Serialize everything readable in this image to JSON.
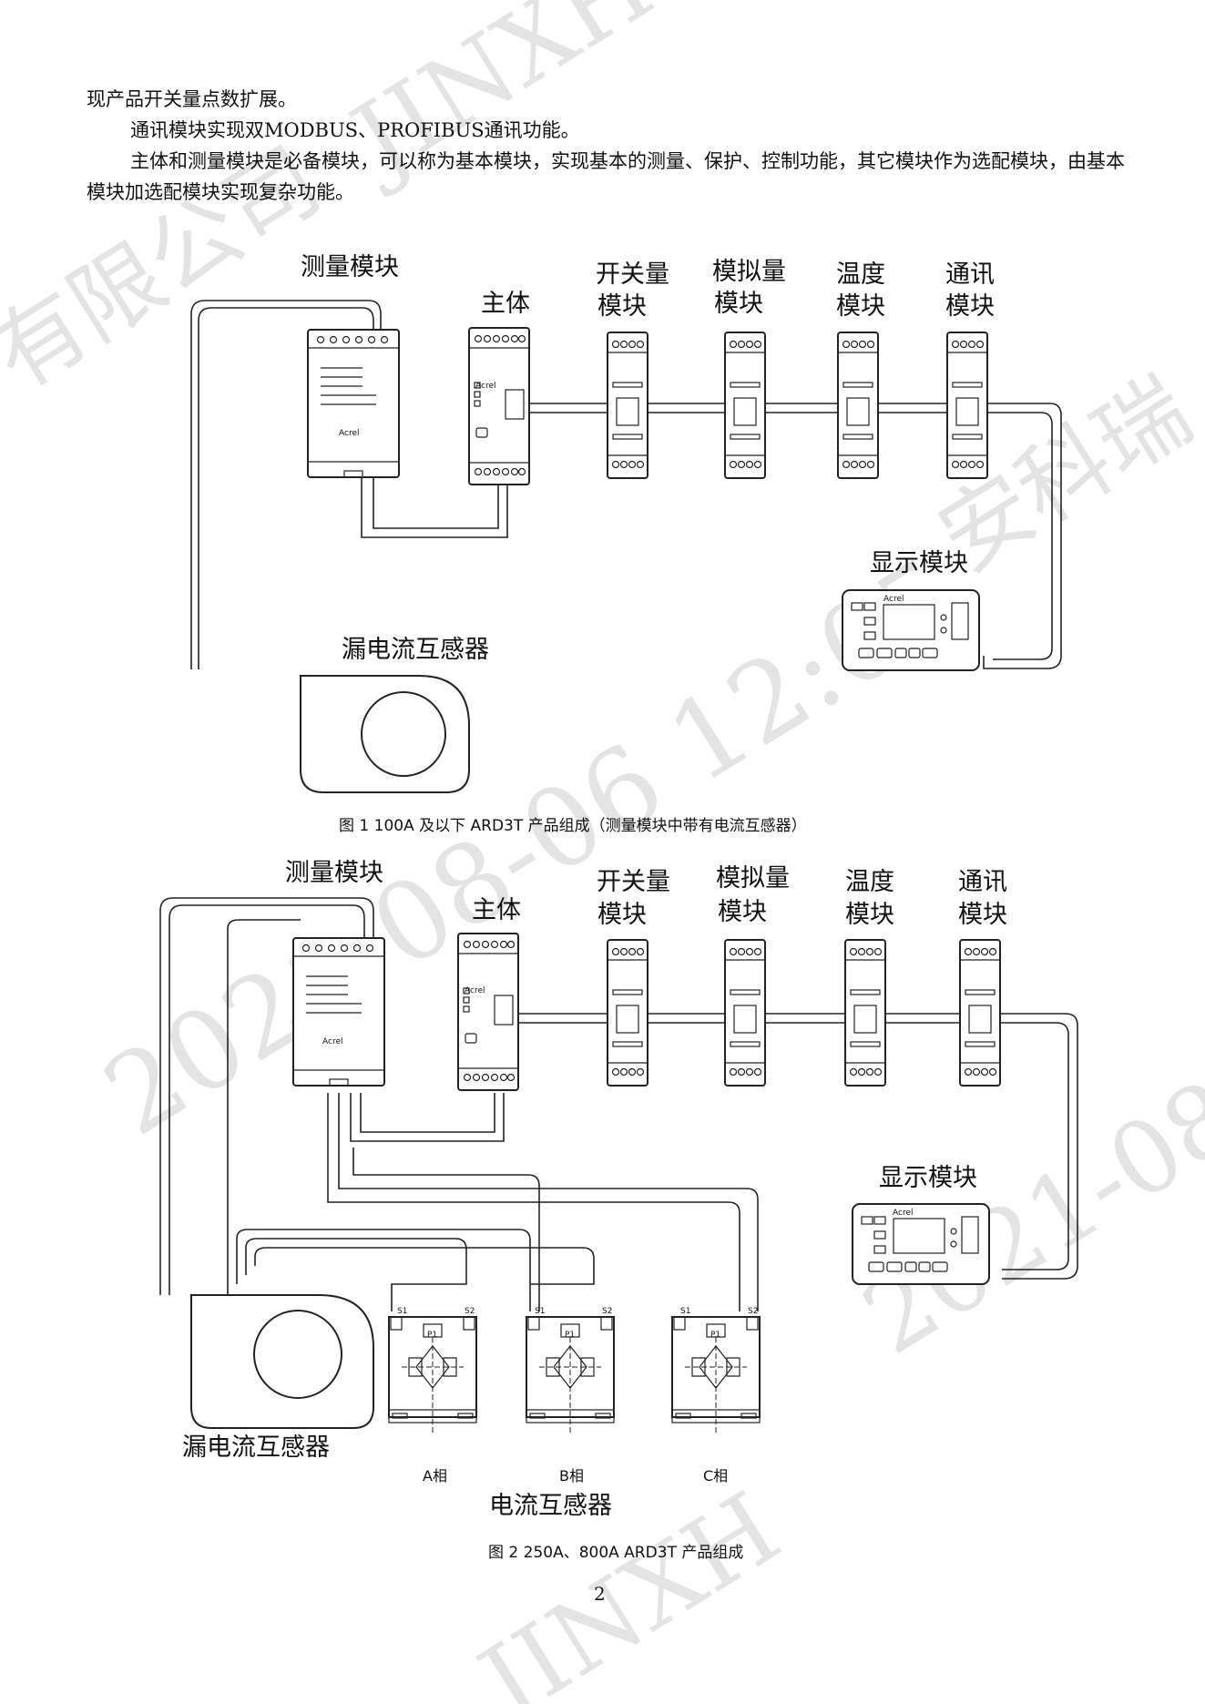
{
  "paragraphs": {
    "p1": "现产品开关量点数扩展。",
    "p2": "通讯模块实现双MODBUS、PROFIBUS通讯功能。",
    "p3": "主体和测量模块是必备模块，可以称为基本模块，实现基本的测量、保护、控制功能，其它模块作为选配模块，由基本模块加选配模块实现复杂功能。"
  },
  "figure1": {
    "labels": {
      "measure": "测量模块",
      "main": "主体",
      "switch_l1": "开关量",
      "switch_l2": "模块",
      "analog_l1": "模拟量",
      "analog_l2": "模块",
      "temp_l1": "温度",
      "temp_l2": "模块",
      "comm_l1": "通讯",
      "comm_l2": "模块",
      "display": "显示模块",
      "leakage": "漏电流互感器"
    },
    "caption": "图 1   100A 及以下 ARD3T 产品组成（测量模块中带有电流互感器）"
  },
  "figure2": {
    "labels": {
      "measure": "测量模块",
      "main": "主体",
      "switch_l1": "开关量",
      "switch_l2": "模块",
      "analog_l1": "模拟量",
      "analog_l2": "模块",
      "temp_l1": "温度",
      "temp_l2": "模块",
      "comm_l1": "通讯",
      "comm_l2": "模块",
      "display": "显示模块",
      "leakage": "漏电流互感器",
      "ct": "电流互感器",
      "phase_a": "A相",
      "phase_b": "B相",
      "phase_c": "C相",
      "s1": "S1",
      "s2": "S2",
      "p1": "P1"
    },
    "caption": "图 2   250A、800A  ARD3T 产品组成"
  },
  "brand": "Acrel",
  "page_number": "2",
  "watermark": {
    "name": "JINXH",
    "company_fragment_1": "有限公司",
    "company_fragment_2": "安科瑞",
    "timestamp": "2021-08-06 12:05",
    "date_fragment": "2021-08"
  }
}
